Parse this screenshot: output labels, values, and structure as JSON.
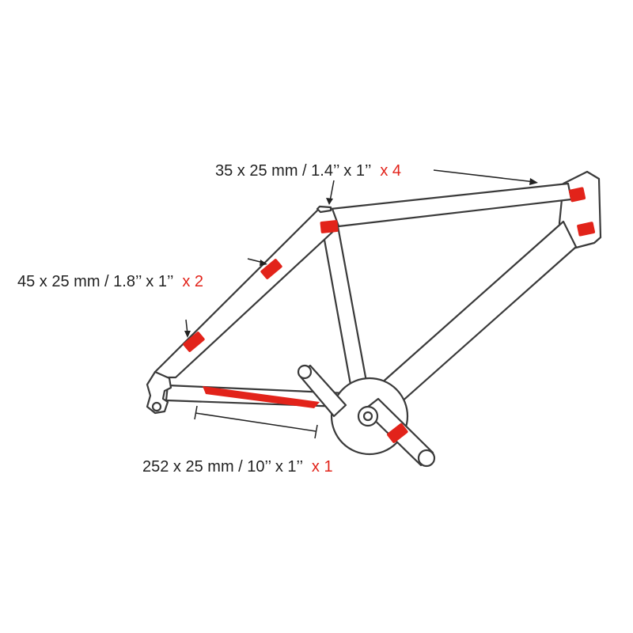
{
  "labels": {
    "top": {
      "size": "35 x 25 mm / 1.4’’ x 1’’",
      "qty": "x 4"
    },
    "left": {
      "size": "45 x 25 mm / 1.8’’ x 1’’",
      "qty": "x 2"
    },
    "bottom": {
      "size": "252 x 25 mm / 10’’ x 1’’",
      "qty": "x 1"
    }
  },
  "colors": {
    "sticker": "#e2231a",
    "outline": "#3a3a3a",
    "text": "#222222"
  }
}
